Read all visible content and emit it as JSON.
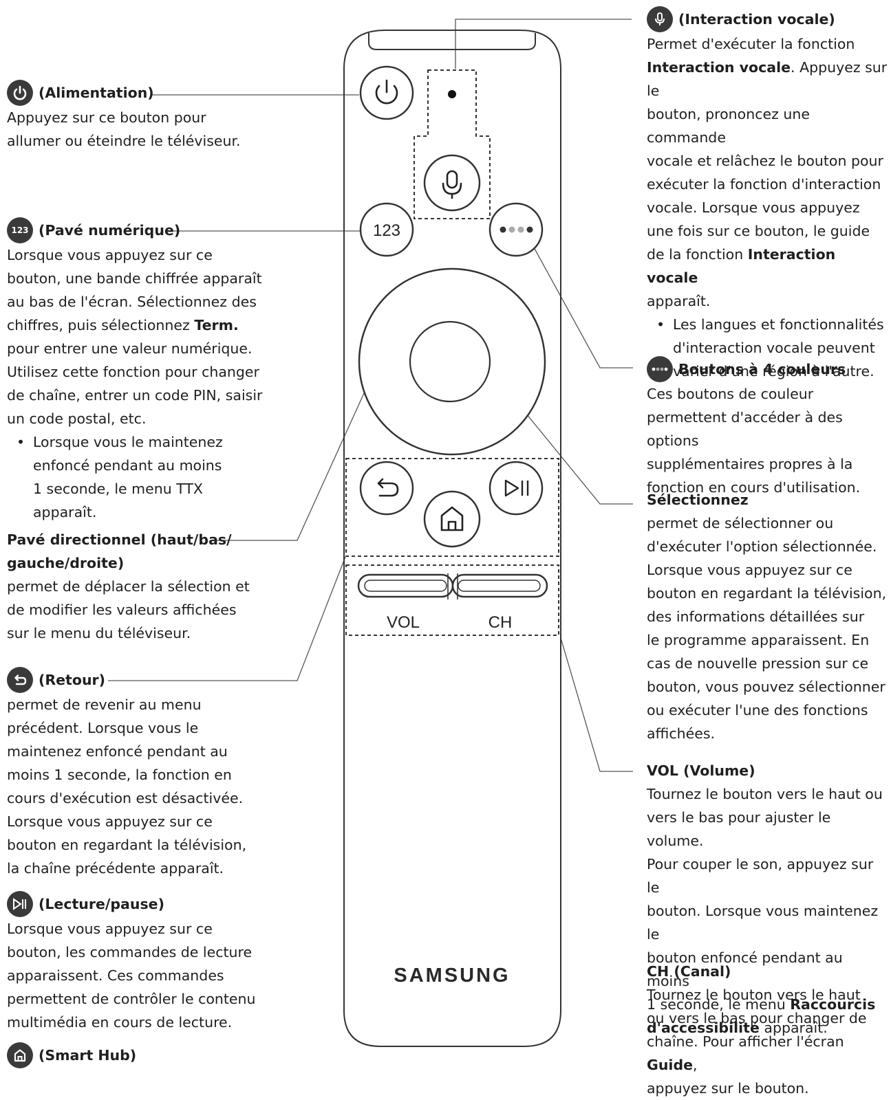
{
  "left": {
    "power": {
      "title": "(Alimentation)",
      "desc": [
        "Appuyez sur ce bouton pour",
        "allumer ou éteindre le téléviseur."
      ]
    },
    "numpad": {
      "title": "(Pavé numérique)",
      "desc": [
        "Lorsque vous appuyez sur ce",
        "bouton, une bande chiffrée apparaît",
        "au bas de l'écran. Sélectionnez des"
      ],
      "desc_b_pre": "chiffres, puis sélectionnez ",
      "desc_b_bold": "Term.",
      "desc2": [
        "pour entrer une valeur numérique.",
        "Utilisez cette fonction pour changer",
        "de chaîne, entrer un code PIN, saisir",
        "un code postal, etc."
      ],
      "bullet": [
        "Lorsque vous le maintenez",
        "enfoncé pendant au moins",
        "1 seconde, le menu TTX",
        "apparaît."
      ]
    },
    "dpad": {
      "title": [
        "Pavé directionnel (haut/bas/",
        "gauche/droite)"
      ],
      "desc": [
        "permet de déplacer la sélection et",
        "de modifier les valeurs affichées",
        "sur le menu du téléviseur."
      ]
    },
    "back": {
      "title": "(Retour)",
      "desc": [
        "permet de revenir au menu",
        "précédent. Lorsque vous le",
        "maintenez enfoncé pendant au",
        "moins 1 seconde, la fonction en",
        "cours d'exécution est désactivée.",
        "Lorsque vous appuyez sur ce",
        "bouton en regardant la télévision,",
        "la chaîne précédente apparaît."
      ]
    },
    "playpause": {
      "title": "(Lecture/pause)",
      "desc": [
        "Lorsque vous appuyez sur ce",
        "bouton, les commandes de lecture",
        "apparaissent. Ces commandes",
        "permettent de contrôler le contenu",
        "multimédia en cours de lecture."
      ]
    },
    "smarthub": {
      "title": "(Smart Hub)"
    }
  },
  "right": {
    "voice": {
      "title": "(Interaction vocale)",
      "l1": "Permet d'exécuter la fonction",
      "l2_bold": "Interaction vocale",
      "l2_rest": ". Appuyez sur le",
      "desc": [
        "bouton, prononcez une commande",
        "vocale et relâchez le bouton pour",
        "exécuter la fonction d'interaction",
        "vocale. Lorsque vous appuyez",
        "une fois sur ce bouton, le guide"
      ],
      "l8_pre": "de la fonction ",
      "l8_bold": "Interaction vocale",
      "l9": "apparaît.",
      "bullet": [
        "Les langues et fonctionnalités",
        "d'interaction vocale peuvent",
        "varier d'une région à l'autre."
      ]
    },
    "colors": {
      "title": "Boutons à 4 couleurs",
      "desc": [
        "Ces boutons de couleur",
        "permettent d'accéder à des options",
        "supplémentaires propres à la",
        "fonction en cours d'utilisation."
      ]
    },
    "select": {
      "title": "Sélectionnez",
      "desc": [
        "permet de sélectionner ou",
        "d'exécuter l'option sélectionnée.",
        "Lorsque vous appuyez sur ce",
        "bouton en regardant la télévision,",
        "des informations détaillées sur",
        "le programme apparaissent. En",
        "cas de nouvelle pression sur ce",
        "bouton, vous pouvez sélectionner",
        "ou exécuter l'une des fonctions",
        "affichées."
      ]
    },
    "vol": {
      "title": "VOL (Volume)",
      "desc": [
        "Tournez le bouton vers le haut ou",
        "vers le bas pour ajuster le volume.",
        "Pour couper le son, appuyez sur le",
        "bouton. Lorsque vous maintenez le",
        "bouton enfoncé pendant au moins"
      ],
      "l6_pre": "1 seconde, le menu ",
      "l6_bold": "Raccourcis",
      "l7_bold": "d'accessibilité",
      "l7_rest": " apparaît."
    },
    "ch": {
      "title": "CH (Canal)",
      "desc": [
        "Tournez le bouton vers le haut",
        "ou vers le bas pour changer de"
      ],
      "l3_pre": "chaîne. Pour afficher l'écran ",
      "l3_bold": "Guide",
      "l3_rest": ",",
      "l4": "appuyez sur le bouton."
    }
  },
  "remote": {
    "numpad_label": "123",
    "vol_label": "VOL",
    "ch_label": "CH",
    "brand": "SAMSUNG"
  },
  "colors": {
    "ink": "#1f1f1f",
    "icon_bg": "#3a3a3a",
    "line": "#555555",
    "remote_stroke": "#333333"
  }
}
